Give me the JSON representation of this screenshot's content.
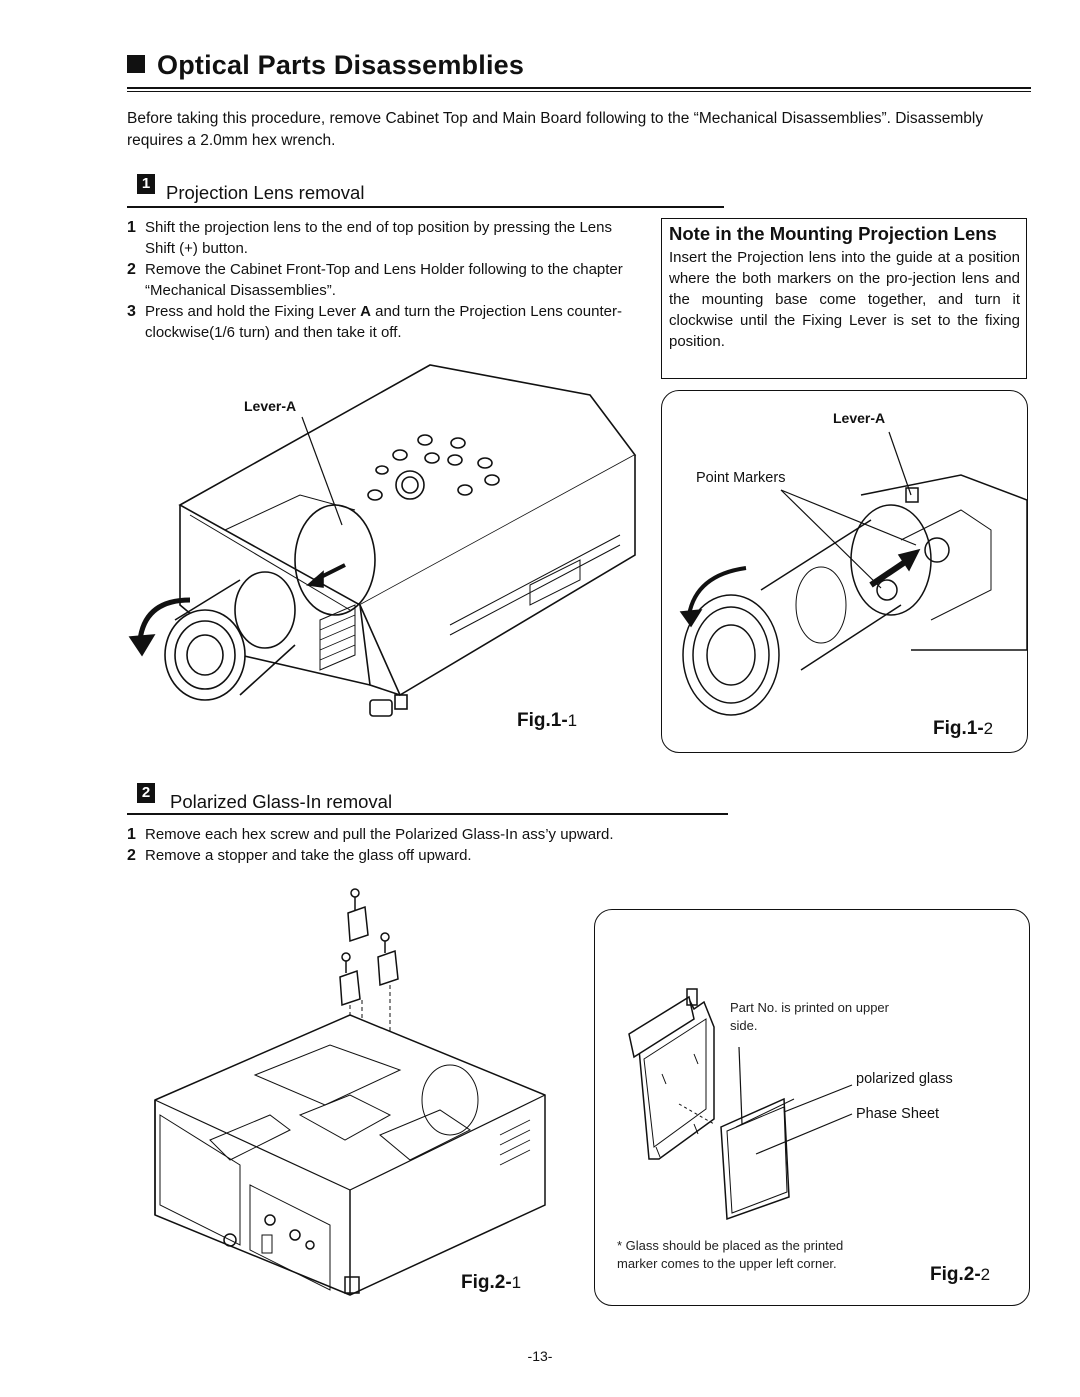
{
  "page": {
    "title": "Optical Parts Disassemblies",
    "intro": "Before taking this procedure, remove Cabinet Top and Main Board following to the “Mechanical Disassemblies”. Disassembly requires a 2.0mm hex wrench.",
    "page_number": "-13-"
  },
  "section1": {
    "number": "1",
    "title": "Projection Lens removal",
    "steps": [
      {
        "n": "1",
        "text": "Shift the projection lens to the end of top position by pressing the Lens Shift (+) button."
      },
      {
        "n": "2",
        "text": "Remove the Cabinet Front-Top and Lens Holder following to the chapter “Mechanical Disassemblies”."
      },
      {
        "n": "3",
        "text_a": "Press and hold the Fixing Lever ",
        "bold": "A",
        "text_b": " and turn the Projection Lens counter-clockwise(1/6 turn) and then take it off."
      }
    ],
    "note": {
      "title": "Note in the Mounting Projection Lens",
      "body": "Insert the Projection lens into the guide at a position where the both markers on the pro-jection lens and the mounting base come together, and turn it clockwise until the Fixing Lever is set to the fixing position."
    },
    "fig1": {
      "lever_label": "Lever-A",
      "label_main": "Fig.1-",
      "label_sub": "1"
    },
    "fig2": {
      "lever_label": "Lever-A",
      "markers_label": "Point Markers",
      "label_main": "Fig.1-",
      "label_sub": "2"
    }
  },
  "section2": {
    "number": "2",
    "title": "Polarized Glass-In removal",
    "steps": [
      {
        "n": "1",
        "text": "Remove each hex screw and pull the Polarized Glass-In ass’y upward."
      },
      {
        "n": "2",
        "text": "Remove a stopper and take the glass off upward."
      }
    ],
    "fig1": {
      "label_main": "Fig.2-",
      "label_sub": "1"
    },
    "fig2": {
      "part_no_note": "Part No. is printed on upper side.",
      "polarized_glass": "polarized glass",
      "phase_sheet": "Phase Sheet",
      "footnote": "* Glass should be placed as the printed marker comes to the upper left corner.",
      "label_main": "Fig.2-",
      "label_sub": "2"
    }
  }
}
